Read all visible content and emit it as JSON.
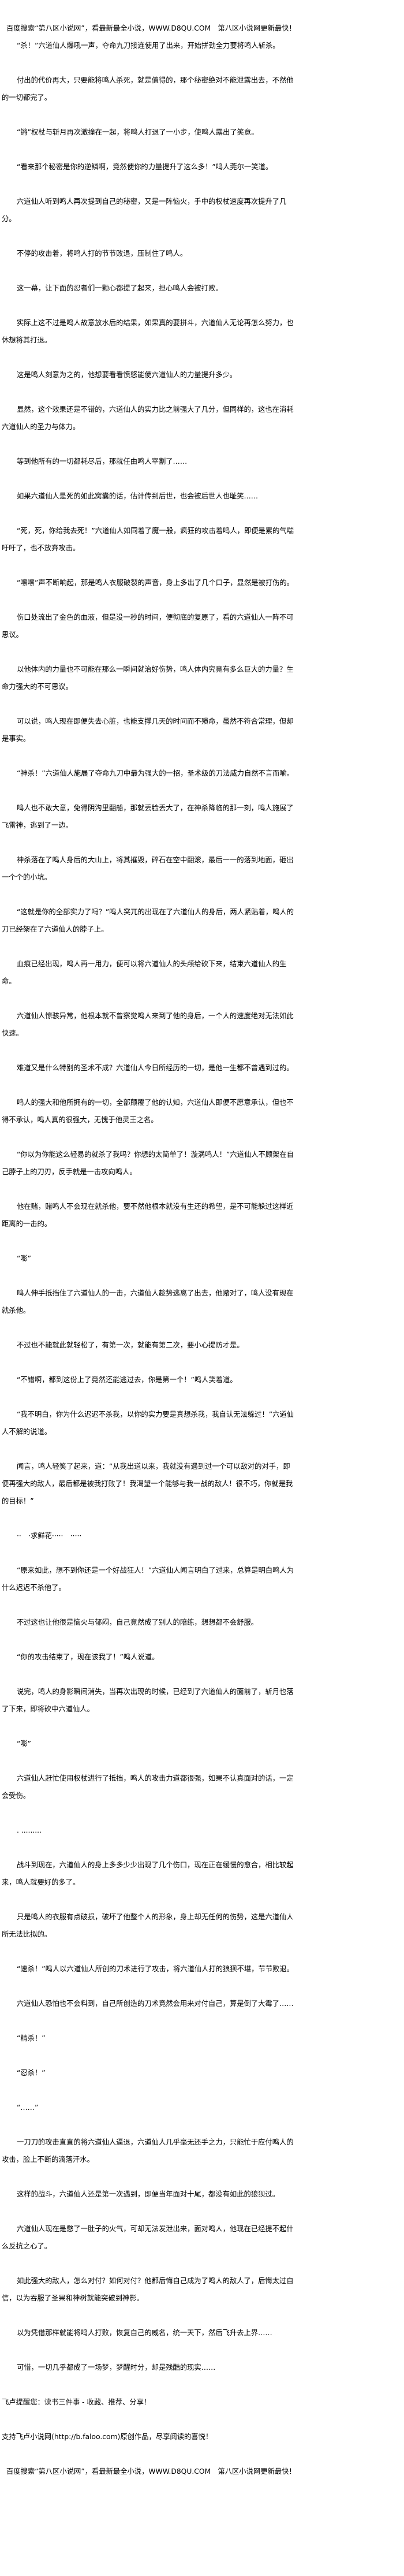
{
  "header_banner": "百度搜索“第八区小说网”，看最新最全小说，WWW.D8QU.COM　第八区小说网更新最快！",
  "paragraphs": [
    "“杀！”六道仙人爆吼一声，夺命九刀接连使用了出来，开始拼劲全力要将鸣人斩杀。",
    "付出的代价再大，只要能将鸣人杀死，就是值得的，那个秘密绝对不能泄露出去，不然他的一切都完了。",
    "“锵”权杖与斩月再次激撞在一起，将鸣人打退了一小步，使鸣人露出了笑意。",
    "“看来那个秘密是你的逆鳞啊，竟然使你的力量提升了这么多！”鸣人莞尔一笑道。",
    "六道仙人听到鸣人再次提到自己的秘密，又是一阵恼火，手中的权杖速度再次提升了几分。",
    "不停的攻击着，将鸣人打的节节败退，压制住了鸣人。",
    "这一幕，让下面的忍者们一颗心都提了起来，担心鸣人会被打败。",
    "实际上这不过是鸣人故意放水后的结果，如果真的要拼斗，六道仙人无论再怎么努力，也休想将其打退。",
    "这是鸣人刻意为之的，他想要看看愤怒能使六道仙人的力量提升多少。",
    "显然，这个效果还是不错的，六道仙人的实力比之前强大了几分，但同样的，这也在消耗六道仙人的圣力与体力。",
    "等到他所有的一切都耗尽后，那就任由鸣人宰割了……",
    "如果六道仙人是死的如此窝囊的话，估计传到后世，也会被后世人也耻笑……",
    "“死，死，你给我去死！”六道仙人如同着了魔一般，疯狂的攻击着鸣人，即便是累的气喘吁吁了，也不放弃攻击。",
    "“嚓嚓”声不断响起，那是鸣人衣服破裂的声音，身上多出了几个口子，显然是被打伤的。",
    "伤口处流出了金色的血液，但是没一秒的时间，便彻底的复原了，看的六道仙人一阵不可思议。",
    "以他体内的力量也不可能在那么一瞬间就治好伤势，鸣人体内究竟有多么巨大的力量？生命力强大的不可思议。",
    "可以说，鸣人现在即便失去心脏，也能支撑几天的时间而不殒命，虽然不符合常理，但却是事实。",
    "“神杀！”六道仙人施展了夺命九刀中最为强大的一招，圣术级的刀法威力自然不言而喻。",
    "鸣人也不敢大意，免得阴沟里翻船，那就丢脸丢大了，在神杀降临的那一刻，鸣人施展了飞雷神，逃到了一边。",
    "神杀落在了鸣人身后的大山上，将其摧毁，碎石在空中翻滚，最后一一的落到地面，砸出一个个的小坑。",
    "“这就是你的全部实力了吗？”鸣人突兀的出现在了六道仙人的身后，两人紧贴着，鸣人的刀已经架在了六道仙人的脖子上。",
    "血痕已经出现，鸣人再一用力，便可以将六道仙人的头颅给砍下来，结束六道仙人的生命。",
    "六道仙人惊骇异常，他根本就不曾察觉鸣人来到了他的身后，一个人的速度绝对无法如此快速。",
    "难道又是什么特别的圣术不成？六道仙人今日所经历的一切，是他一生都不曾遇到过的。",
    "鸣人的强大和他所拥有的一切，全部颠覆了他的认知，六道仙人即便不愿意承认，但也不得不承认，鸣人真的很强大，无愧于他灵王之名。",
    "“你以为你能这么轻易的就杀了我吗？你想的太简单了！漩涡鸣人！”六道仙人不顾架在自己脖子上的刀刃，反手就是一击攻向鸣人。",
    "他在赌，赌鸣人不会现在就杀他，要不然他根本就没有生还的希望，是不可能躲过这样近距离的一击的。",
    "“嘭”",
    "鸣人伸手抵挡住了六道仙人的一击，六道仙人趁势逃离了出去，他赌对了，鸣人没有现在就杀他。",
    "不过也不能就此就轻松了，有第一次，就能有第二次，要小心提防才是。",
    "“不错啊，都到这份上了竟然还能逃过去，你是第一个！”鸣人笑着道。",
    "“我不明白，你为什么迟迟不杀我，以你的实力要是真想杀我，我自认无法躲过！”六道仙人不解的说道。",
    "闻言，鸣人轻笑了起来，道：“从我出道以来，我就没有遇到过一个可以敌对的对手，即便再强大的敌人，最后都是被我打败了！我渴望一个能够与我一战的敌人！很不巧，你就是我的目标！”",
    "··　·求鲜花·····　·····",
    "“原来如此，想不到你还是一个好战狂人！”六道仙人闻言明白了过来，总算是明白鸣人为什么迟迟不杀他了。",
    "不过这也让他很是恼火与郁闷，自己竟然成了别人的陪练，想想都不会舒服。",
    "“你的攻击结束了，现在该我了！”鸣人说道。",
    "说完，鸣人的身影瞬间消失，当再次出现的时候，已经到了六道仙人的面前了，斩月也落了下来，即将砍中六道仙人。",
    "“嘭”",
    "六道仙人赶忙使用权杖进行了抵挡，鸣人的攻击力道都很强，如果不认真面对的话，一定会受伤。",
    ". .........",
    "战斗到现在，六道仙人的身上多多少少出现了几个伤口，现在正在缓慢的愈合，相比较起来，鸣人就要好的多了。",
    "只是鸣人的衣服有点破损，破坏了他整个人的形象，身上却无任何的伤势，这是六道仙人所无法比拟的。",
    "“速杀！”鸣人以六道仙人所创的刀术进行了攻击，将六道仙人打的狼狈不堪，节节败退。",
    "六道仙人恐怕也不会料到，自己所创造的刀术竟然会用来对付自己，算是倒了大霉了……",
    "“精杀！”",
    "“忍杀！”",
    "“……”",
    "一刀刀的攻击直直的将六道仙人逼退，六道仙人几乎毫无还手之力，只能忙于应付鸣人的攻击，脸上不断的滴落汗水。",
    "这样的战斗，六道仙人还是第一次遇到，即便当年面对十尾，都没有如此的狼狈过。",
    "六道仙人现在是憋了一肚子的火气，可却无法发泄出来，面对鸣人，他现在已经提不起什么反抗之心了。",
    "如此强大的敌人，怎么对付？如何对付？他都后悔自己成为了鸣人的敌人了，后悔太过自信，以为吞服了圣果和神树就能突破到神影。",
    "以为凭借那样就能将鸣人打败，恢复自己的威名，统一天下，然后飞升去上界……",
    "可惜，一切几乎都成了一场梦，梦醒时分，却是残酷的现实……"
  ],
  "notes": [
    "飞卢提醒您：读书三件事 - 收藏、推荐、分享！",
    "支持飞卢小说网(http://b.faloo.com)原创作品，尽享阅读的喜悦！"
  ],
  "footer_banner": "百度搜索“第八区小说网”，看最新最全小说，WWW.D8QU.COM　第八区小说网更新最快！"
}
